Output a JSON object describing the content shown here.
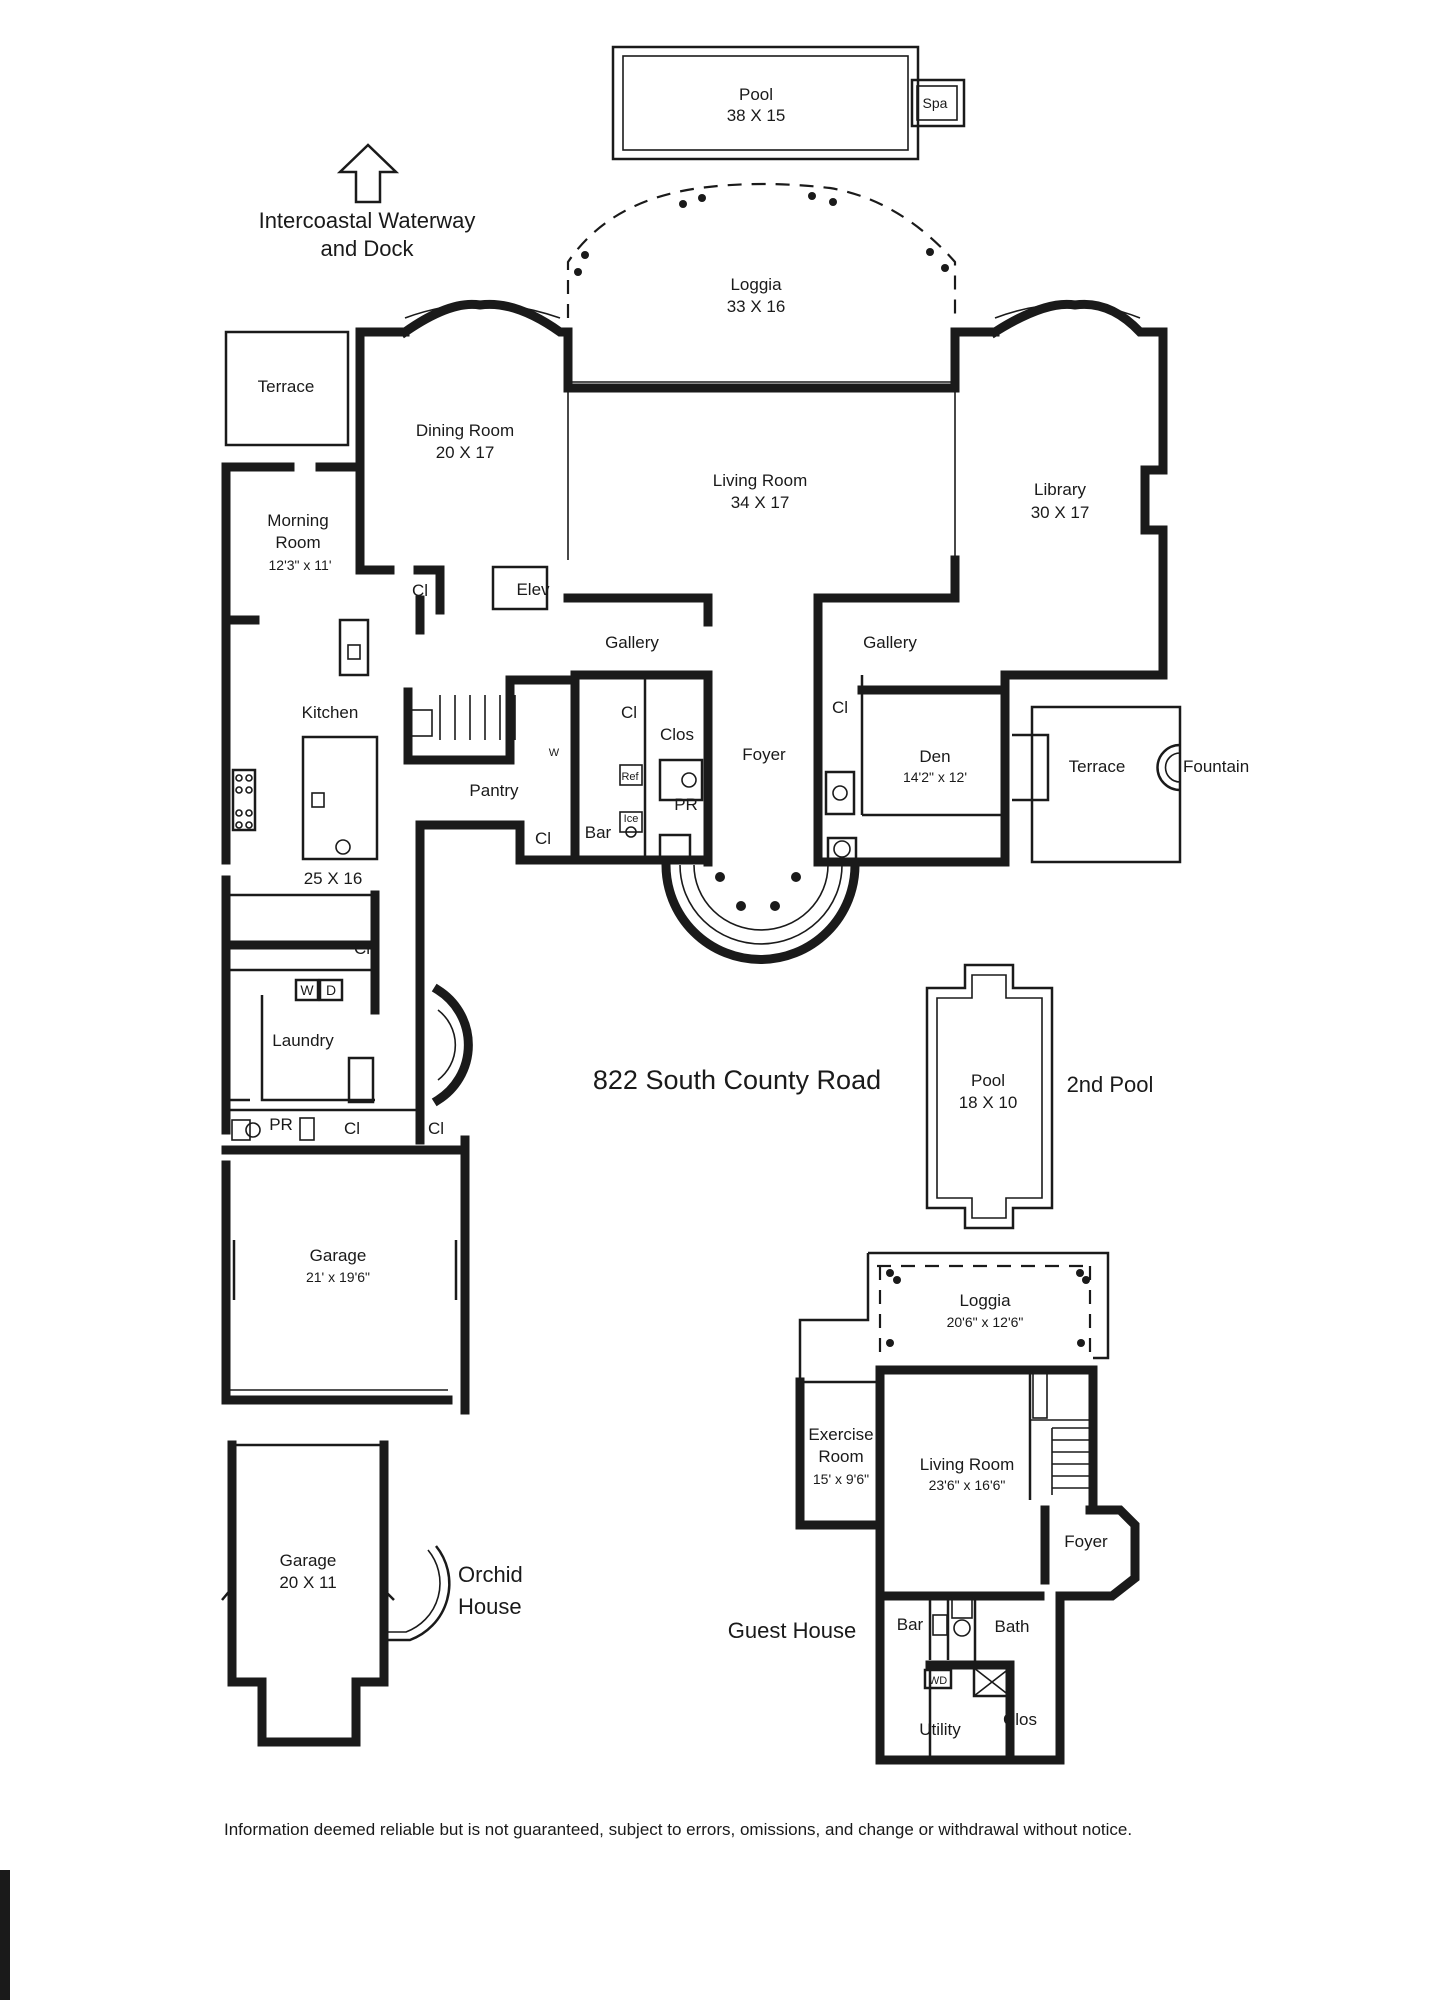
{
  "address": "822 South County Road",
  "north_arrow": {
    "label_line1": "Intercoastal Waterway",
    "label_line2": "and Dock",
    "icon": "up-arrow-icon"
  },
  "main_house": {
    "pool": {
      "name": "Pool",
      "size": "38  X  15",
      "spa": "Spa"
    },
    "loggia": {
      "name": "Loggia",
      "size": "33  X  16"
    },
    "terrace_west": {
      "name": "Terrace"
    },
    "dining_room": {
      "name": "Dining Room",
      "size": "20  X  17"
    },
    "living_room": {
      "name": "Living Room",
      "size": "34  X  17"
    },
    "library": {
      "name": "Library",
      "size": "30  X  17"
    },
    "morning_room": {
      "name_line1": "Morning",
      "name_line2": "Room",
      "size": "12'3\" x 11'"
    },
    "elev": "Elev",
    "closet": "Cl",
    "gallery_left": "Gallery",
    "gallery_right": "Gallery",
    "kitchen": {
      "name": "Kitchen",
      "size": "25  X  16"
    },
    "pantry": "Pantry",
    "clos": "Clos",
    "foyer": "Foyer",
    "pr": "PR",
    "bar": "Bar",
    "ref": "Ref",
    "ice": "Ice",
    "w": "W",
    "den": {
      "name": "Den",
      "size": "14'2\" x 12'"
    },
    "terrace_east": {
      "name": "Terrace"
    },
    "fountain": "Fountain",
    "washer": "W",
    "dryer": "D",
    "laundry": "Laundry",
    "garage": {
      "name": "Garage",
      "size": "21' x 19'6\""
    }
  },
  "second_pool": {
    "name": "Pool",
    "size": "18  X  10",
    "label": "2nd Pool"
  },
  "detached_garage": {
    "name": "Garage",
    "size": "20  X  11"
  },
  "orchid_house": {
    "line1": "Orchid",
    "line2": "House"
  },
  "guest_house": {
    "title": "Guest House",
    "loggia": {
      "name": "Loggia",
      "size": "20'6\" x 12'6\""
    },
    "exercise_room": {
      "name_line1": "Exercise",
      "name_line2": "Room",
      "size": "15' x 9'6\""
    },
    "living_room": {
      "name": "Living Room",
      "size": "23'6\" x 16'6\""
    },
    "foyer": "Foyer",
    "bar": "Bar",
    "bath": "Bath",
    "wd": "WD",
    "utility": "Utility",
    "clos": "Clos"
  },
  "disclaimer": "Information deemed reliable but is not guaranteed, subject to errors, omissions, and change or withdrawal without notice."
}
